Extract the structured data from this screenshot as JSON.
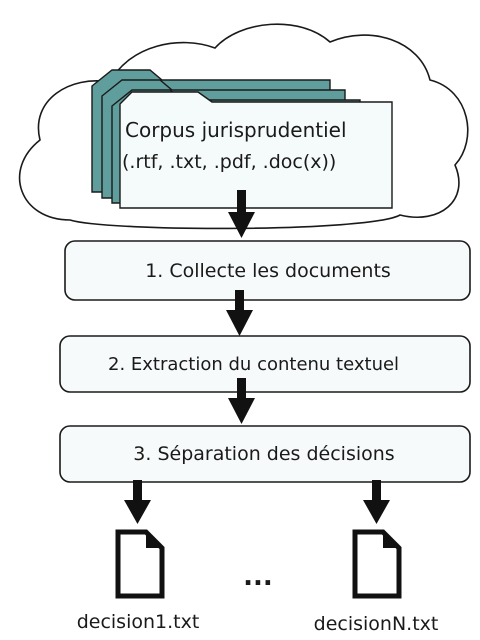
{
  "source": {
    "title": "Corpus  jurisprudentiel",
    "formats": "(.rtf, .txt, .pdf, .doc(x))"
  },
  "steps": [
    {
      "label": "1. Collecte les documents"
    },
    {
      "label": "2. Extraction du contenu textuel"
    },
    {
      "label": "3. Séparation des décisions"
    }
  ],
  "outputs": [
    {
      "label": "decision1.txt",
      "icon": "document-icon"
    },
    {
      "label": "decisionN.txt",
      "icon": "document-icon"
    }
  ],
  "ellipsis": "...",
  "colors": {
    "folder": "#5f9e9c",
    "box_fill": "#f7fafb",
    "arrow": "#111111"
  }
}
